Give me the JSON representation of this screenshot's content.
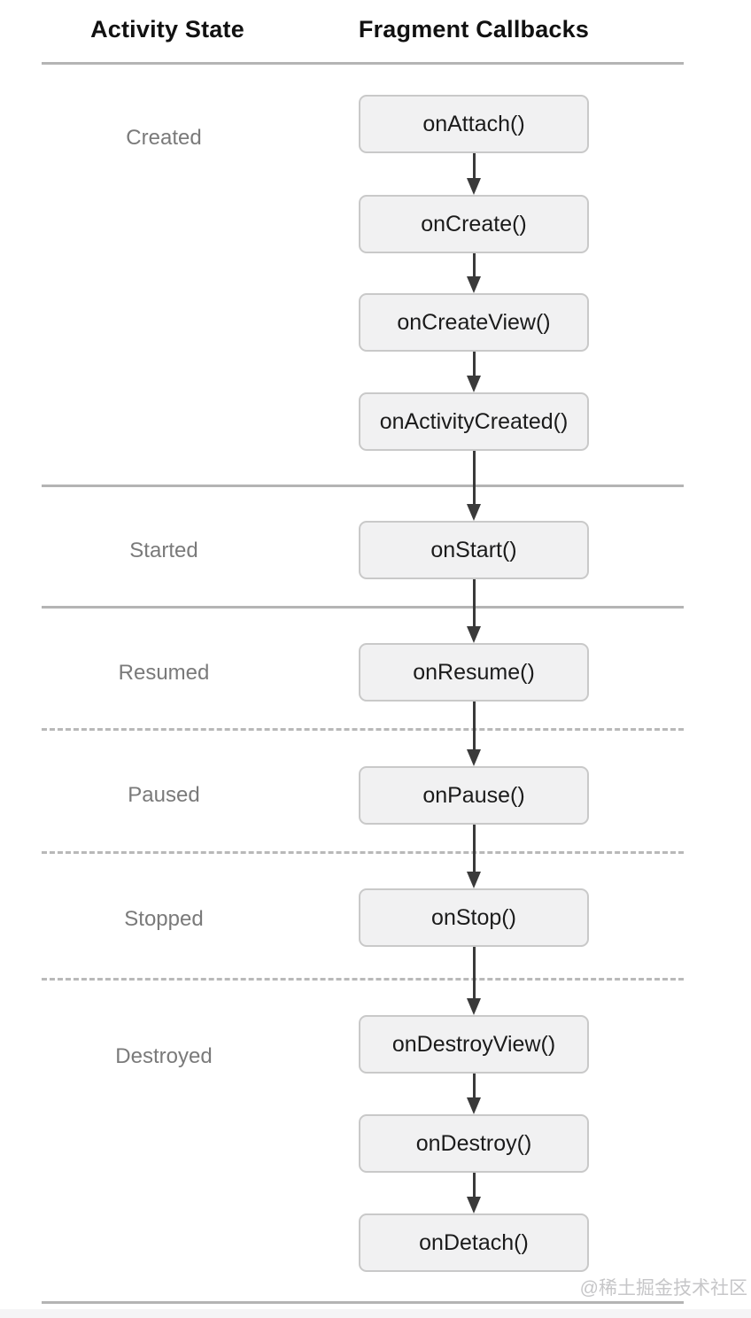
{
  "headers": {
    "left": "Activity State",
    "right": "Fragment Callbacks"
  },
  "states": [
    {
      "label": "Created"
    },
    {
      "label": "Started"
    },
    {
      "label": "Resumed"
    },
    {
      "label": "Paused"
    },
    {
      "label": "Stopped"
    },
    {
      "label": "Destroyed"
    }
  ],
  "callbacks": [
    {
      "label": "onAttach()"
    },
    {
      "label": "onCreate()"
    },
    {
      "label": "onCreateView()"
    },
    {
      "label": "onActivityCreated()"
    },
    {
      "label": "onStart()"
    },
    {
      "label": "onResume()"
    },
    {
      "label": "onPause()"
    },
    {
      "label": "onStop()"
    },
    {
      "label": "onDestroyView()"
    },
    {
      "label": "onDestroy()"
    },
    {
      "label": "onDetach()"
    }
  ],
  "watermark": "@稀土掘金技术社区",
  "colors": {
    "box_fill": "#f1f1f2",
    "box_border": "#c9c9c9",
    "arrow": "#3a3a3a",
    "divider": "#b4b4b4",
    "state_text": "#7a7a7a",
    "header_text": "#111111",
    "watermark_text": "#c6c6c8"
  }
}
